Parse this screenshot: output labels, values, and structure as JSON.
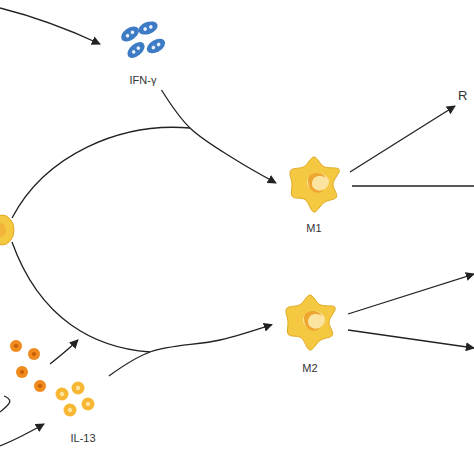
{
  "diagram": {
    "nodes": [
      {
        "text": [
          "IFN-γ"
        ]
      },
      {
        "text": [
          "M1"
        ]
      },
      {
        "text": [
          "M2"
        ]
      },
      {
        "text": [
          "IL-13"
        ]
      }
    ],
    "edges": [
      {
        "from": 0,
        "to": 1,
        "arrow": "to"
      },
      {
        "from": 3,
        "to": 2,
        "arrow": "to"
      }
    ],
    "labels": [
      "R"
    ]
  }
}
